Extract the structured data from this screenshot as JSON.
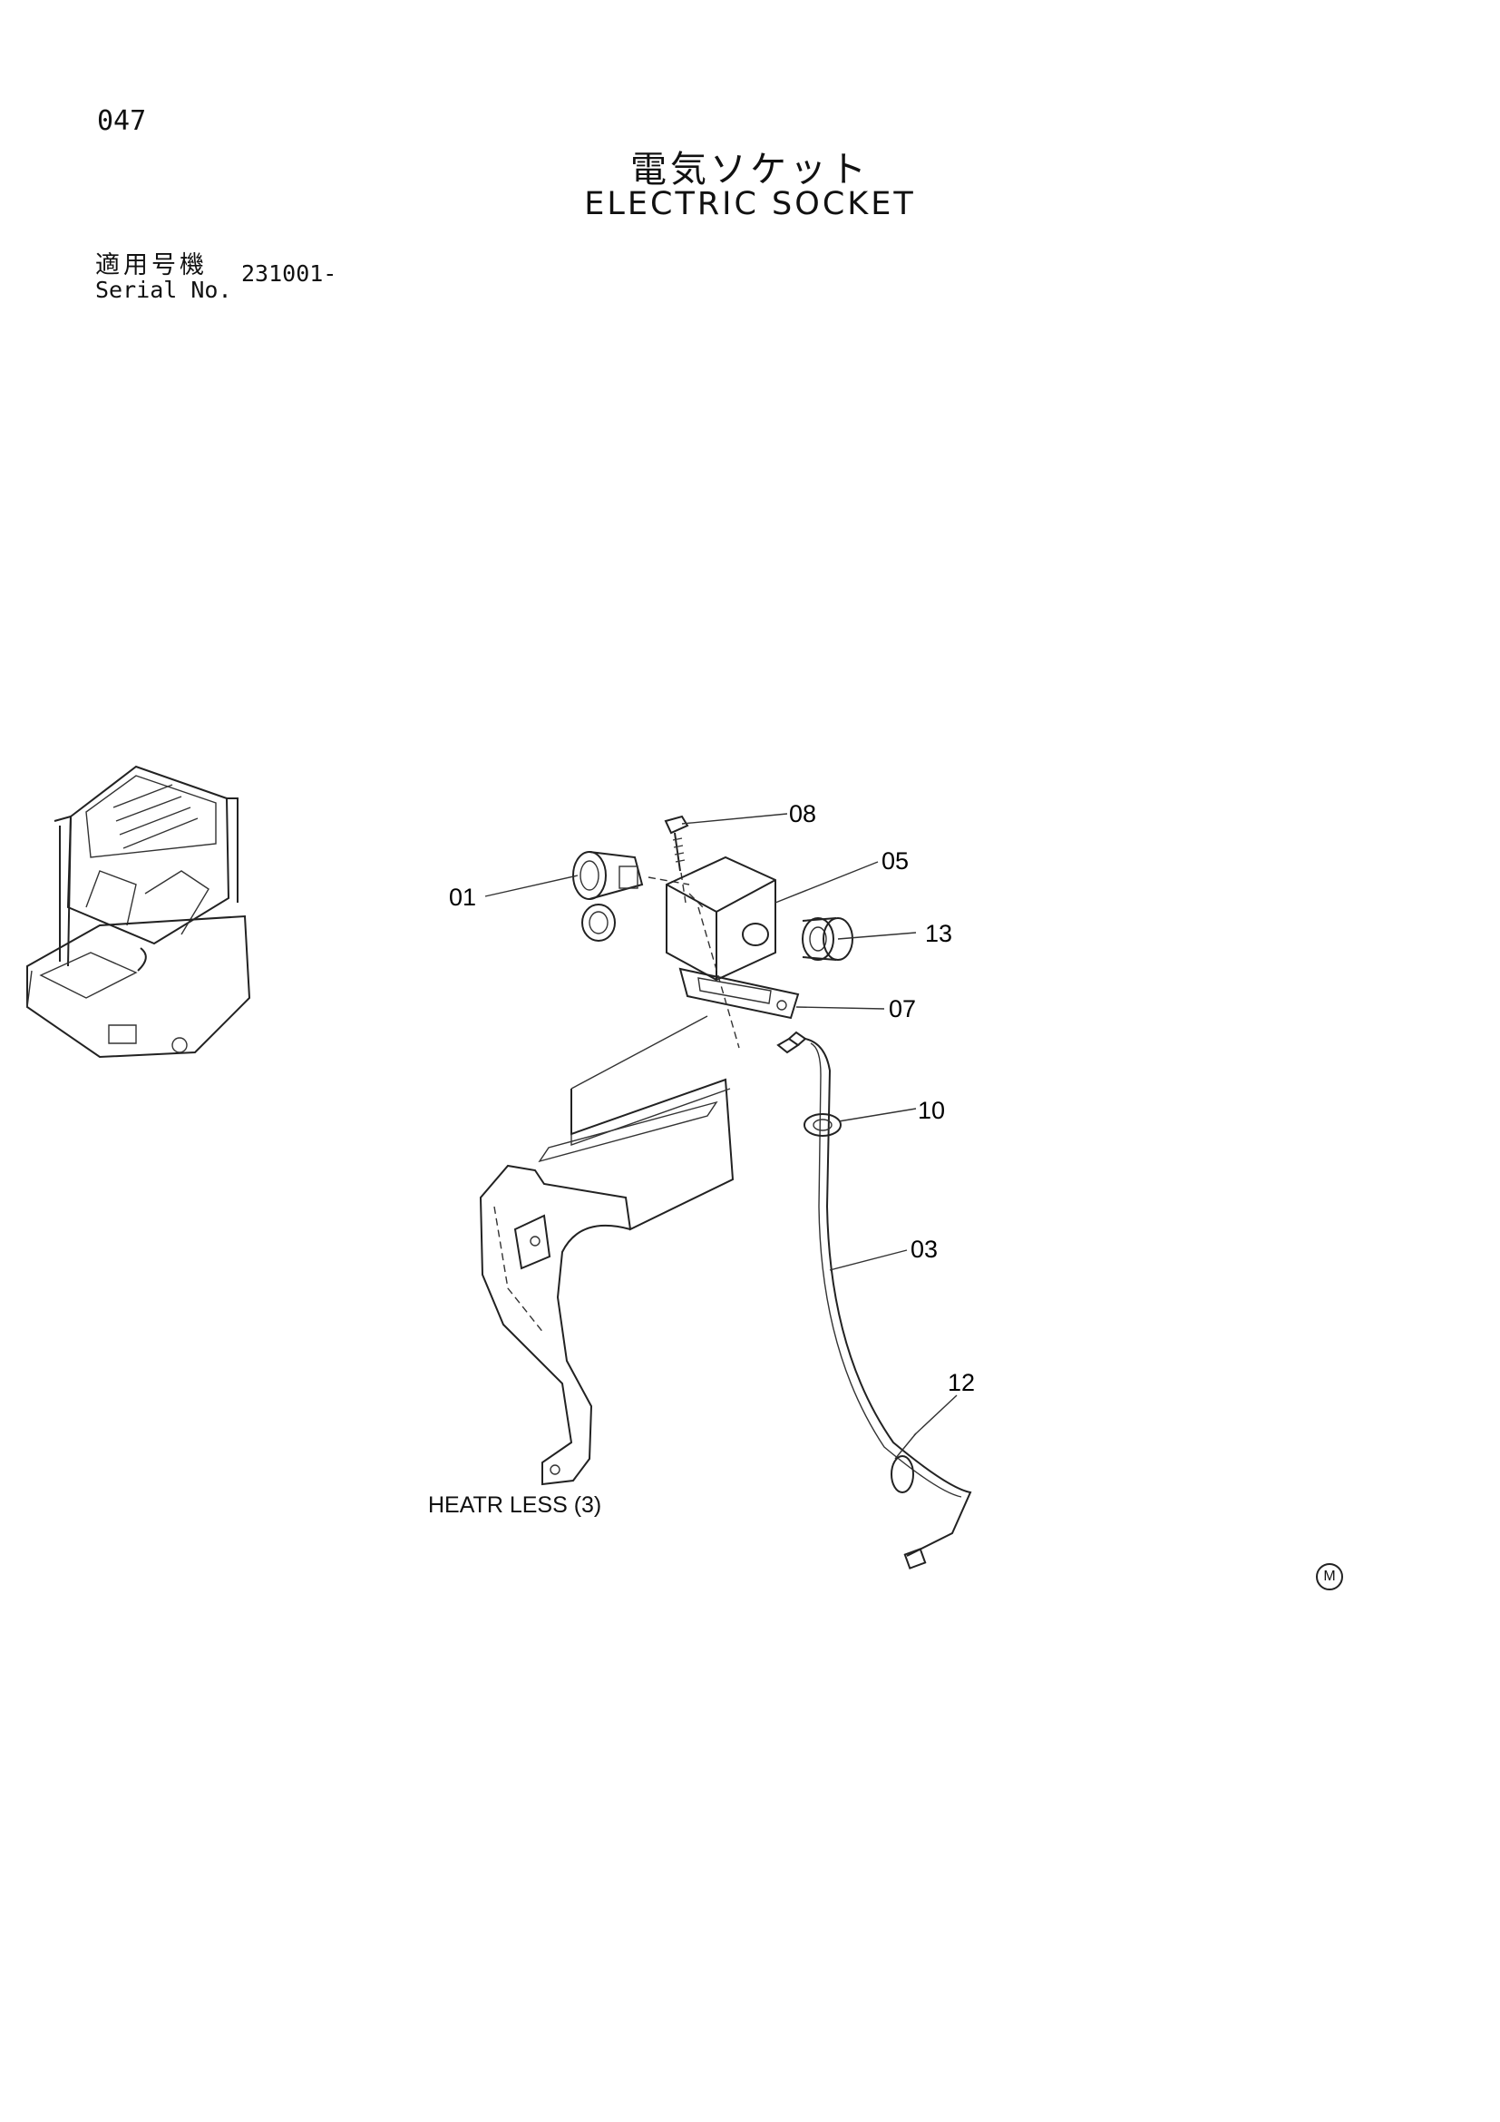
{
  "header": {
    "page_number": "047",
    "title_jp": "電気ソケット",
    "title_en": "ELECTRIC SOCKET",
    "serial_label_jp": "適用号機",
    "serial_label_en": "Serial No.",
    "serial_value": "231001-"
  },
  "diagram": {
    "callouts": [
      {
        "id": "01",
        "label": "01"
      },
      {
        "id": "03",
        "label": "03"
      },
      {
        "id": "05",
        "label": "05"
      },
      {
        "id": "07",
        "label": "07"
      },
      {
        "id": "08",
        "label": "08"
      },
      {
        "id": "10",
        "label": "10"
      },
      {
        "id": "12",
        "label": "12"
      },
      {
        "id": "13",
        "label": "13"
      }
    ],
    "note": "HEATR LESS (3)",
    "mark": "M"
  }
}
